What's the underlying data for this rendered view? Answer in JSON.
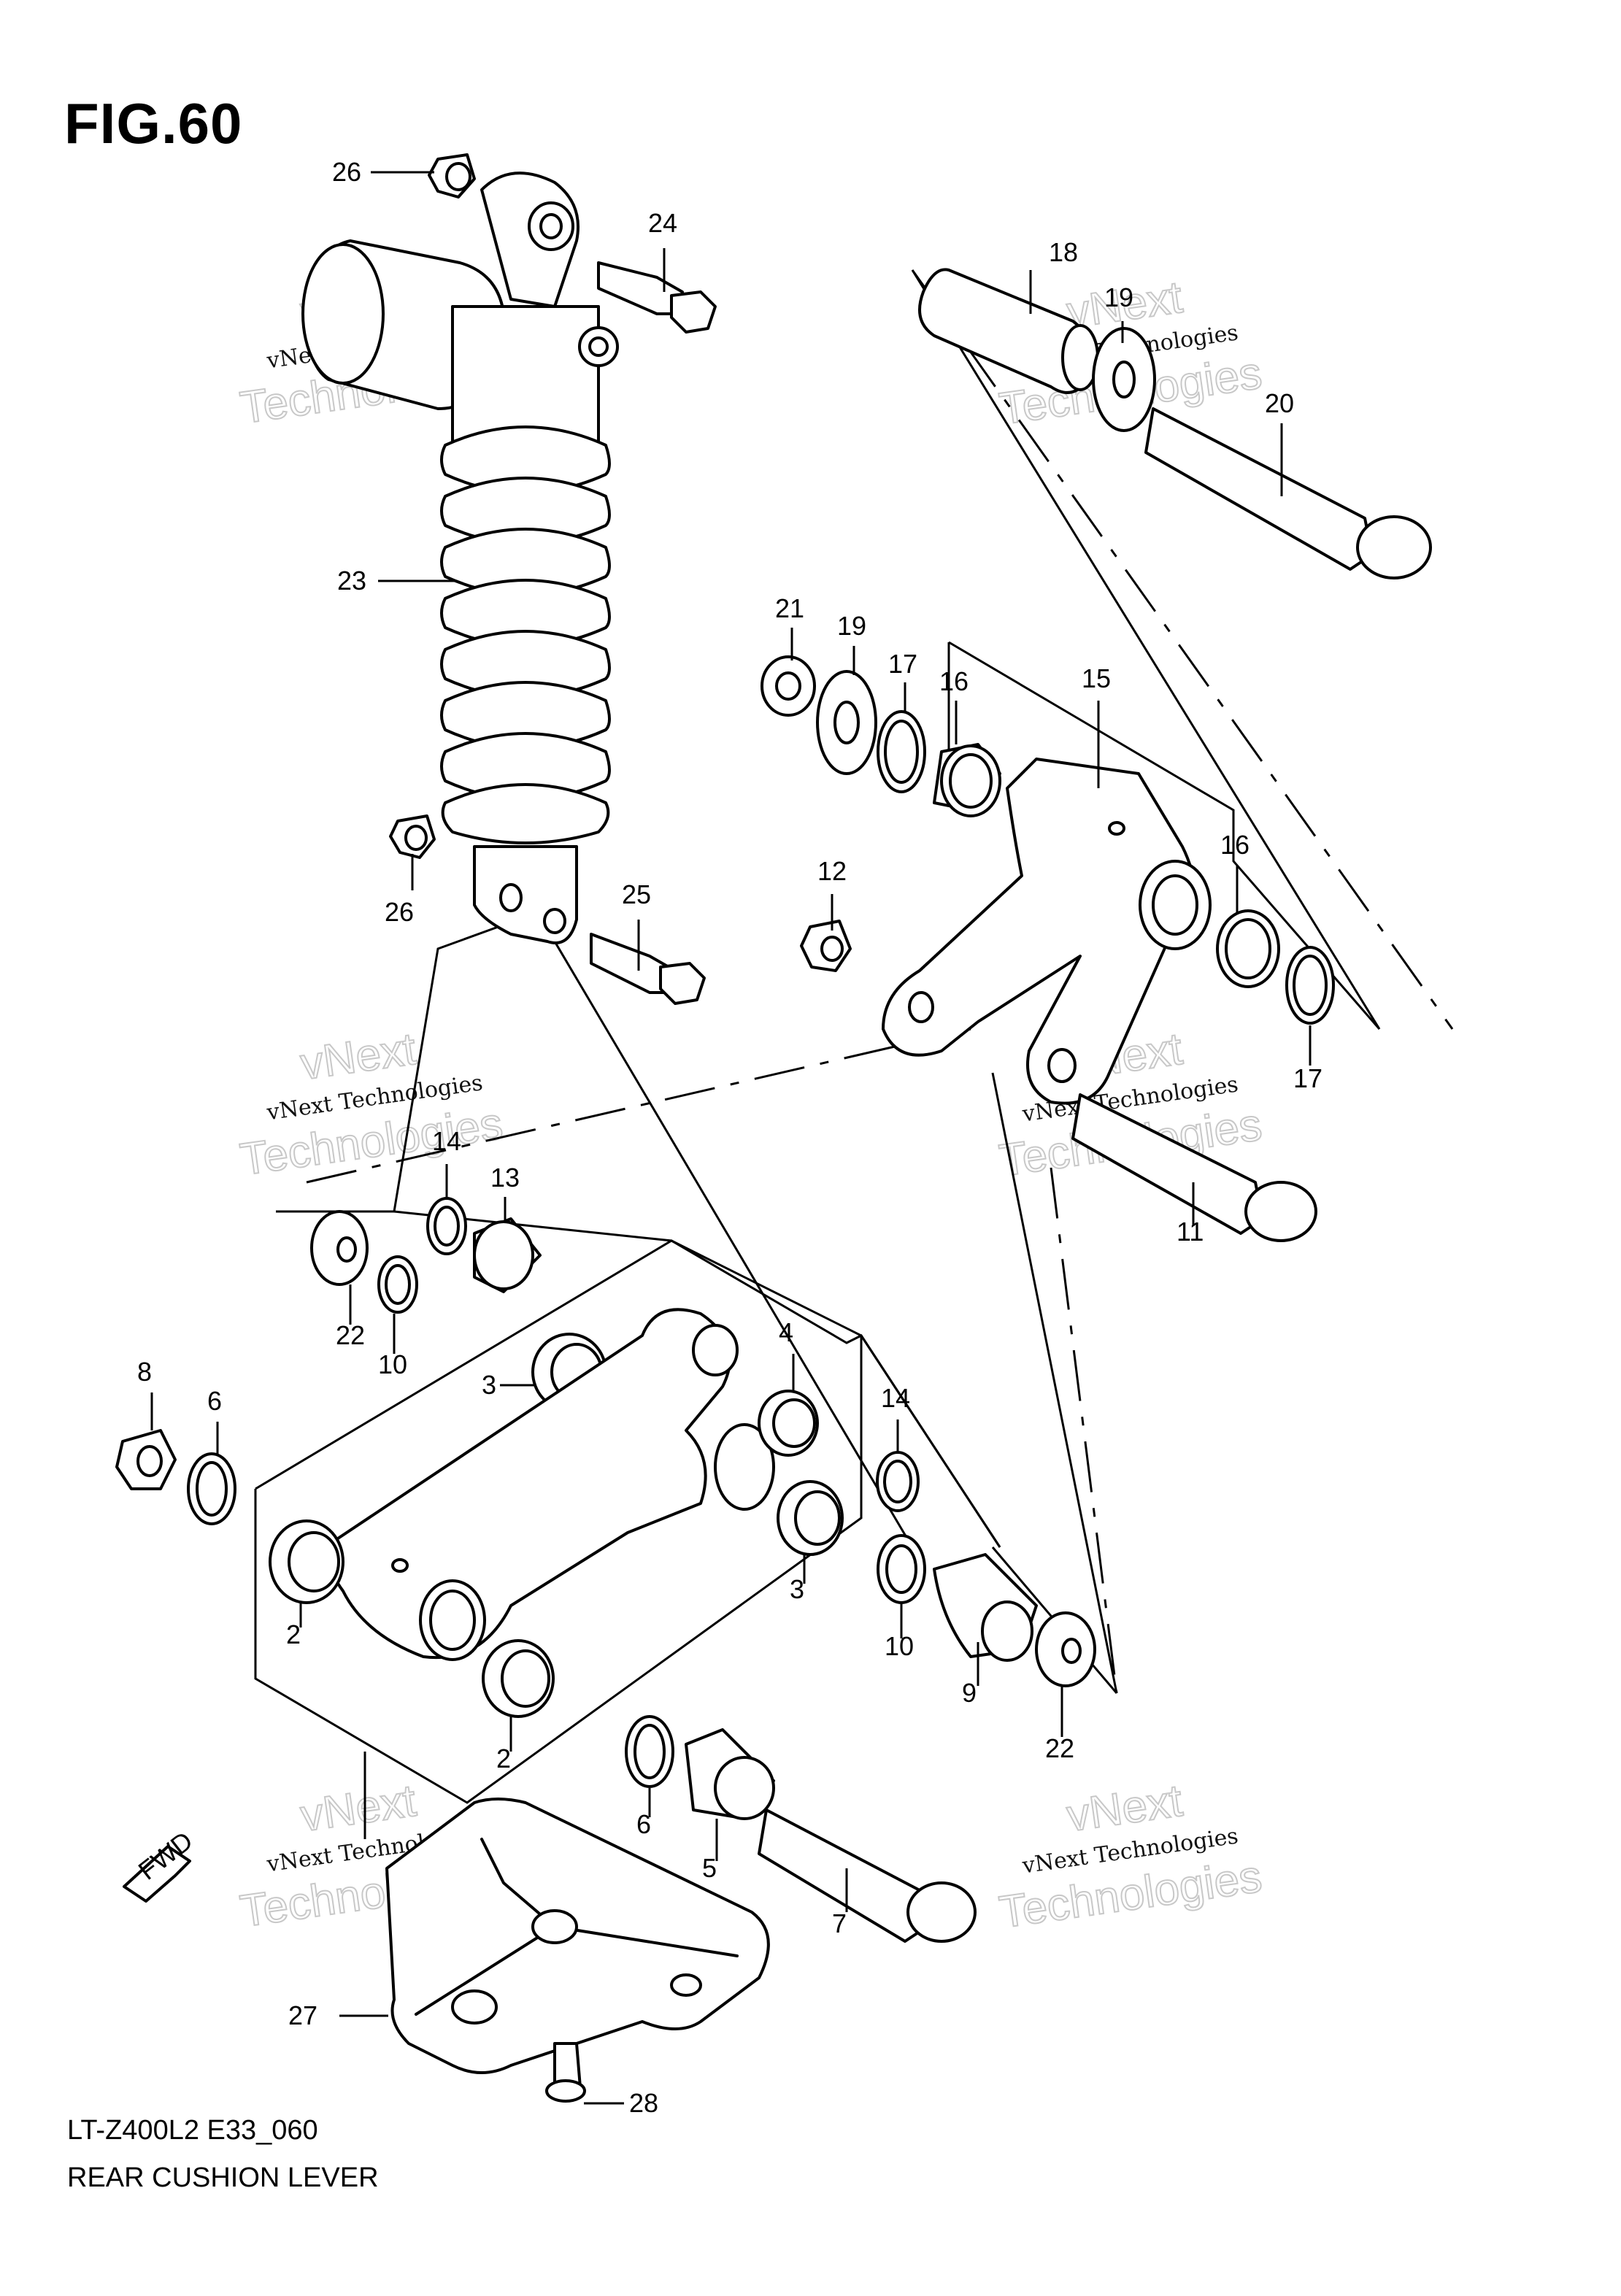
{
  "figure_title": "FIG.60",
  "model_code": "LT-Z400L2  E33_060",
  "diagram_name": "REAR CUSHION LEVER",
  "fwd_label": "FWD",
  "watermark": {
    "line1": "vNext",
    "line2": "vNext Technologies",
    "line3": "Technologies"
  },
  "callouts": [
    "26",
    "24",
    "18",
    "19",
    "20",
    "23",
    "21",
    "19",
    "17",
    "16",
    "15",
    "16",
    "17",
    "26",
    "25",
    "12",
    "14",
    "13",
    "11",
    "22",
    "10",
    "3",
    "4",
    "14",
    "8",
    "6",
    "2",
    "3",
    "10",
    "9",
    "22",
    "2",
    "6",
    "5",
    "7",
    "27",
    "28"
  ]
}
